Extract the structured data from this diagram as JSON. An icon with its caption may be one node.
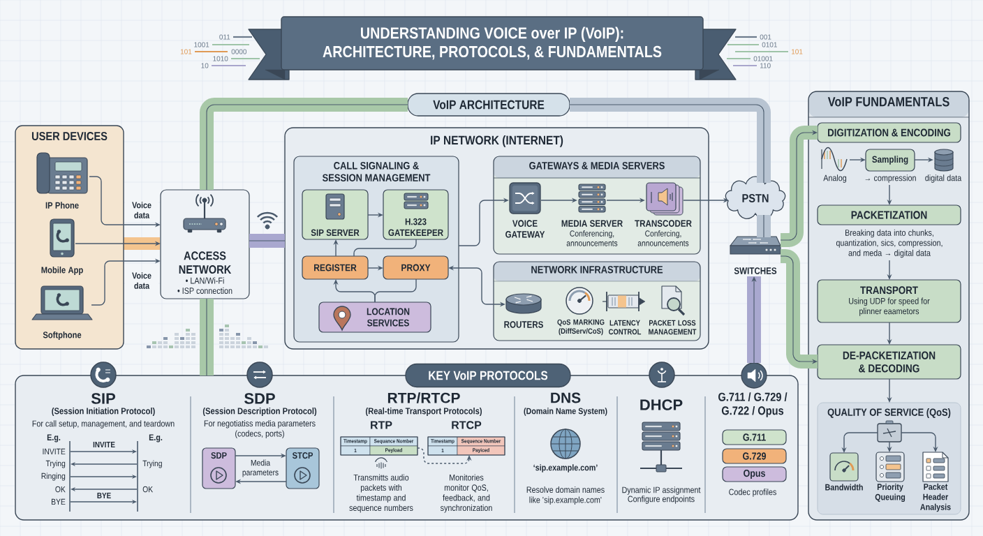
{
  "diagram": {
    "title": "UNDERSTANDING VOICE over IP (VoIP): ARCHITECTURE, PROTOCOLS, & FUNDAMENTALS",
    "nodes": [
      {
        "text": [
          "USER DEVICES"
        ]
      },
      {
        "text": [
          "IP Phone"
        ],
        "in": 0
      },
      {
        "text": [
          "Mobile App"
        ],
        "in": 0
      },
      {
        "text": [
          "Softphone"
        ],
        "in": 0
      },
      {
        "text": [
          "ACCESS NETWORK",
          "• LAN/Wi-Fi",
          "• ISP connection"
        ]
      },
      {
        "text": [
          "IP NETWORK (INTERNET)"
        ]
      },
      {
        "text": [
          "CALL SIGNALING & SESSION MANAGEMENT"
        ],
        "in": 5
      },
      {
        "text": [
          "SIP SERVER"
        ],
        "in": 6
      },
      {
        "text": [
          "H.323 GATEKEEPER"
        ],
        "in": 6
      },
      {
        "text": [
          "REGISTER"
        ],
        "in": 6
      },
      {
        "text": [
          "PROXY"
        ],
        "in": 6
      },
      {
        "text": [
          "LOCATION SERVICES"
        ],
        "in": 6
      },
      {
        "text": [
          "GATEWAYS & MEDIA SERVERS"
        ],
        "in": 5
      },
      {
        "text": [
          "VOICE GATEWAY"
        ],
        "in": 12
      },
      {
        "text": [
          "MEDIA SERVER",
          "Conferencing, announcements"
        ],
        "in": 12
      },
      {
        "text": [
          "TRANSCODER",
          "Confercing, announcements"
        ],
        "in": 12
      },
      {
        "text": [
          "NETWORK INFRASTRUCTURE"
        ],
        "in": 5
      },
      {
        "text": [
          "ROUTERS"
        ],
        "in": 16
      },
      {
        "text": [
          "QoS MARKING (DiffServ/CoS)"
        ],
        "in": 16
      },
      {
        "text": [
          "LATENCY CONTROL"
        ],
        "in": 16
      },
      {
        "text": [
          "PACKET LOSS MANAGEMENT"
        ],
        "in": 16
      },
      {
        "text": [
          "PSTN"
        ]
      },
      {
        "text": [
          "SWITCHES"
        ]
      },
      {
        "text": [
          "VoIP FUNDAMENTALS"
        ]
      },
      {
        "text": [
          "DIGITIZATION & ENCODING"
        ],
        "in": 23
      },
      {
        "text": [
          "Analog"
        ],
        "in": 23
      },
      {
        "text": [
          "Sampling"
        ],
        "beside": [
          "→ compression"
        ],
        "in": 23
      },
      {
        "text": [
          "digital data"
        ],
        "in": 23
      },
      {
        "text": [
          "PACKETIZATION"
        ],
        "beside": [
          "Breaking data into chunks, quantization, sics, compression, and meda → digital data"
        ],
        "in": 23
      },
      {
        "text": [
          "TRANSPORT",
          "Using UDP for speed for plinner eaametors"
        ],
        "in": 23
      },
      {
        "text": [
          "DE-PACKETIZATION & DECODING"
        ],
        "in": 23
      },
      {
        "text": [
          "QUALITY OF SERVICE (QoS)"
        ],
        "in": 23
      },
      {
        "text": [],
        "shape": "box",
        "in": 31
      },
      {
        "text": [
          "Bandwidth"
        ],
        "in": 31
      },
      {
        "text": [
          "Priority Queuing"
        ],
        "in": 31
      },
      {
        "text": [
          "Packet Header Analysis"
        ],
        "in": 31
      },
      {
        "text": [
          "KEY VoIP PROTOCOLS"
        ]
      },
      {
        "text": [],
        "shape": "circle"
      },
      {
        "text": [
          "SDP"
        ],
        "in": 36
      },
      {
        "text": [
          "STCP"
        ],
        "in": 36
      },
      {
        "text": [
          "RTP",
          "Timestamp",
          "Sequance Nomber",
          "1",
          "Peyload"
        ],
        "beside": [
          "Transmitts audio packets with timestamp and sequence numbers"
        ],
        "in": 36
      },
      {
        "text": [
          "RTCP",
          "Timestamp",
          "Sequence Number",
          "1",
          "Payiced"
        ],
        "beside": [
          "Monitories monitor QoS, feedback, and synchronization"
        ],
        "in": 36
      },
      {
        "text": [
          "G.711"
        ],
        "in": 36
      },
      {
        "text": [
          "G.729"
        ],
        "in": 36
      },
      {
        "text": [
          "Opus"
        ],
        "in": 36
      },
      {
        "text": [
          "VoIP ARCHITECTURE"
        ]
      }
    ],
    "edges": [
      {
        "from": 1,
        "to": 4,
        "arrow": "to",
        "label": "Voice data"
      },
      {
        "from": 2,
        "to": 4,
        "arrow": "to"
      },
      {
        "from": 3,
        "to": 4,
        "arrow": "to",
        "label": "Voice data"
      },
      {
        "from": 4,
        "to": 5,
        "arrow": "none",
        "style": "thick",
        "color": "#a9a8cf"
      },
      {
        "from": 4,
        "to": 45,
        "arrow": "none",
        "style": "thick",
        "color": "#a8c8a8"
      },
      {
        "from": 21,
        "to": 22,
        "arrow": "none",
        "style": "thick",
        "color": "#b8c4d2"
      },
      {
        "from": 4,
        "to": 36,
        "arrow": "none",
        "style": "thick",
        "color": "#a8c8a8"
      },
      {
        "from": 7,
        "to": 8,
        "arrow": "to"
      },
      {
        "from": 9,
        "to": 10,
        "arrow": "to"
      },
      {
        "from": 9,
        "to": 7,
        "arrow": "to"
      },
      {
        "from": 8,
        "to": 9,
        "arrow": "none"
      },
      {
        "from": 11,
        "to": 9,
        "arrow": "to"
      },
      {
        "from": 11,
        "to": 10,
        "arrow": "none"
      },
      {
        "from": 6,
        "to": 13,
        "arrow": "to"
      },
      {
        "from": 10,
        "to": 17,
        "arrow": "both"
      },
      {
        "from": 13,
        "to": 14,
        "arrow": "to"
      },
      {
        "from": 14,
        "to": 15,
        "arrow": "to"
      },
      {
        "from": 15,
        "to": 21,
        "arrow": "to"
      },
      {
        "from": 22,
        "to": 24,
        "arrow": "to",
        "style": "thick",
        "color": "#a8c8a8"
      },
      {
        "from": 22,
        "to": 30,
        "arrow": "to",
        "style": "thick",
        "color": "#a8c8a8"
      },
      {
        "from": 37,
        "to": 22,
        "arrow": "to",
        "style": "thick",
        "color": "#a9a8cf"
      },
      {
        "from": 25,
        "to": 26,
        "arrow": "to"
      },
      {
        "from": 26,
        "to": 27,
        "arrow": "to"
      },
      {
        "from": 26,
        "to": 28,
        "arrow": "to"
      },
      {
        "from": 28,
        "to": 29,
        "arrow": "to"
      },
      {
        "from": 29,
        "to": 30,
        "arrow": "to"
      },
      {
        "from": 30,
        "to": 31,
        "arrow": "to"
      },
      {
        "from": 32,
        "to": 33,
        "arrow": "to"
      },
      {
        "from": 32,
        "to": 34,
        "arrow": "to"
      },
      {
        "from": 32,
        "to": 35,
        "arrow": "to"
      },
      {
        "from": 38,
        "to": 39,
        "arrow": "to",
        "label": "Media parameters"
      },
      {
        "from": 39,
        "to": 38,
        "arrow": "to"
      },
      {
        "from": 40,
        "to": 41,
        "arrow": "to",
        "style": "dashed"
      },
      {
        "from": 45,
        "to": 21,
        "arrow": "none",
        "style": "thick",
        "color": "#b8c4d2"
      }
    ],
    "labels": [
      "011",
      "1001",
      "101",
      "0000",
      "1010",
      "10",
      "001",
      "0101",
      "101",
      "01001",
      "110",
      "SIP",
      "(Session Initiation Protocol)",
      "For call setup, management, and teardown",
      "E.g.",
      "INVITE",
      "E.g.",
      "INVITE",
      "Trying",
      "Trying",
      "Ringing",
      "OK",
      "OK",
      "BYE",
      "BYE",
      "SDP",
      "(Session Description Protocol)",
      "For negotiatiss media parameters (codecs, ports)",
      "RTP/RTCP",
      "(Real-time Transport Protocols)",
      "DNS",
      "(Domain Name System)",
      "‘sip.example.com’",
      "Resolve domain names like 'sip.example.com'",
      "DHCP",
      "Dynamic IP assignment",
      "Configure endpoints",
      "G.711 / G.729 / G.722 / Opus",
      "Codec profiles"
    ]
  }
}
